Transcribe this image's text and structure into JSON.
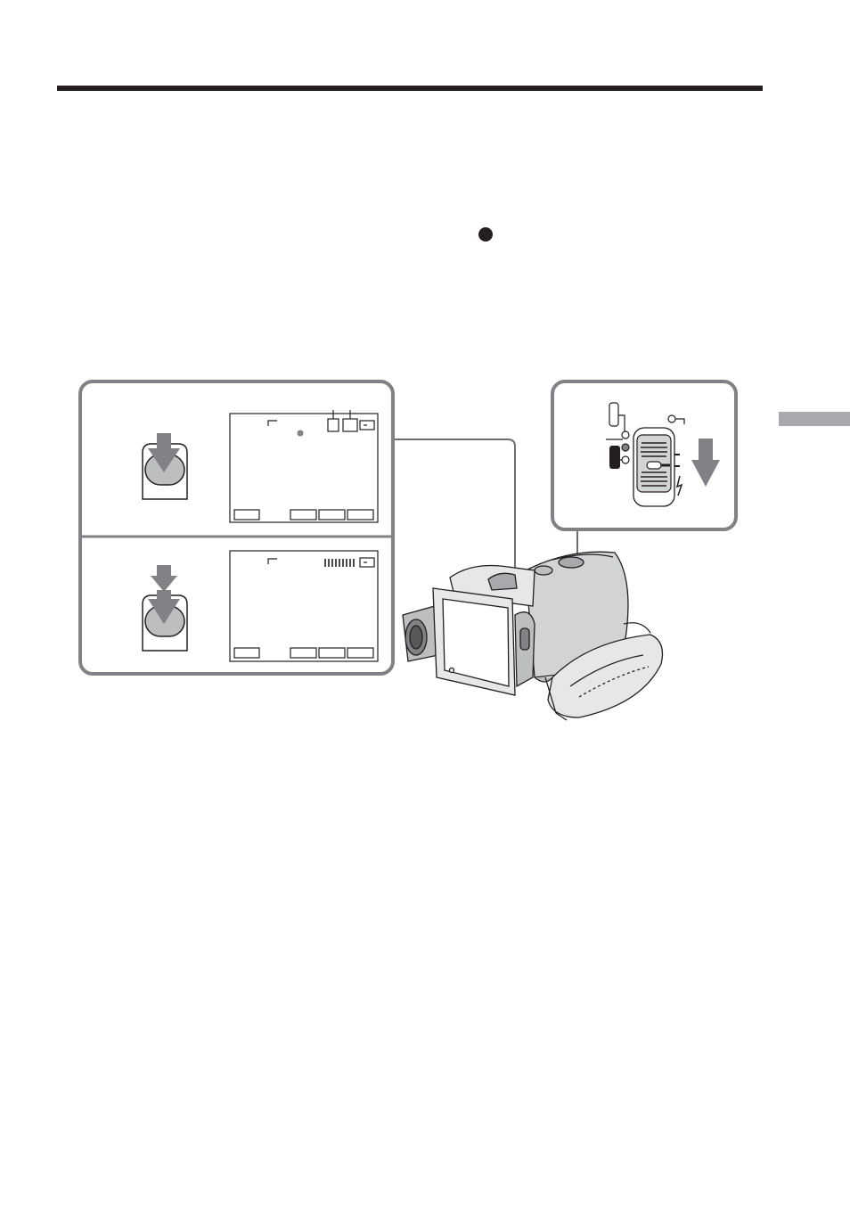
{
  "page": {
    "section_tab_color": "#a7a9ac",
    "ink_color": "#231f20"
  },
  "illustration": {
    "shutter_step_half": {
      "icon": "photo-button-half-press"
    },
    "shutter_step_full": {
      "icon": "photo-button-full-press"
    },
    "screen_half": {
      "icon": "lcd-screen-focus-locked"
    },
    "screen_full": {
      "icon": "lcd-screen-recording-bar"
    },
    "mode_switch": {
      "icon": "power-switch-memory-mode"
    },
    "camcorder": {
      "icon": "camcorder-body"
    }
  }
}
